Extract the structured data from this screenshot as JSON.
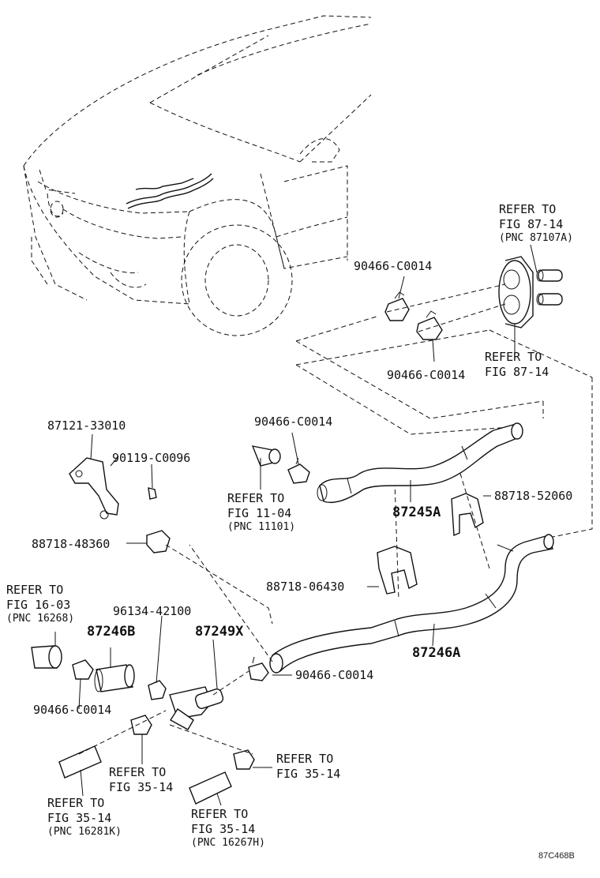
{
  "labels": {
    "refer_fig_87_14_top": "REFER TO",
    "fig_87_14_top": "FIG 87-14",
    "pnc_87107a": "(PNC 87107A)",
    "clamp_90466_top": "90466-C0014",
    "refer_fig_87_14_b": "REFER TO",
    "fig_87_14_b": "FIG 87-14",
    "clamp_90466_mid": "90466-C0014",
    "bracket_87121": "87121-33010",
    "bolt_90119": "90119-C0096",
    "clamp_90466_hose": "90466-C0014",
    "refer_fig_11_04": "REFER TO",
    "fig_11_04": "FIG 11-04",
    "pnc_11101": "(PNC 11101)",
    "clamp_88718_52060": "88718-52060",
    "hose_87245a": "87245A",
    "clamp_88718_48360": "88718-48360",
    "clamp_88718_06430": "88718-06430",
    "refer_fig_16_03": "REFER TO",
    "fig_16_03": "FIG 16-03",
    "pnc_16268": "(PNC 16268)",
    "clip_96134": "96134-42100",
    "hose_87246b": "87246B",
    "valve_87249x": "87249X",
    "hose_87246a": "87246A",
    "clamp_90466_right": "90466-C0014",
    "clamp_90466_left": "90466-C0014",
    "refer_fig_35_14_a": "REFER TO",
    "fig_35_14_a": "FIG 35-14",
    "refer_fig_35_14_b": "REFER TO",
    "fig_35_14_b": "FIG 35-14",
    "refer_fig_35_14_c": "REFER TO",
    "fig_35_14_c": "FIG 35-14",
    "pnc_16281k": "(PNC 16281K)",
    "refer_fig_35_14_d": "REFER TO",
    "fig_35_14_d": "FIG 35-14",
    "pnc_16267h": "(PNC 16267H)",
    "diagram_code": "87C468B"
  }
}
